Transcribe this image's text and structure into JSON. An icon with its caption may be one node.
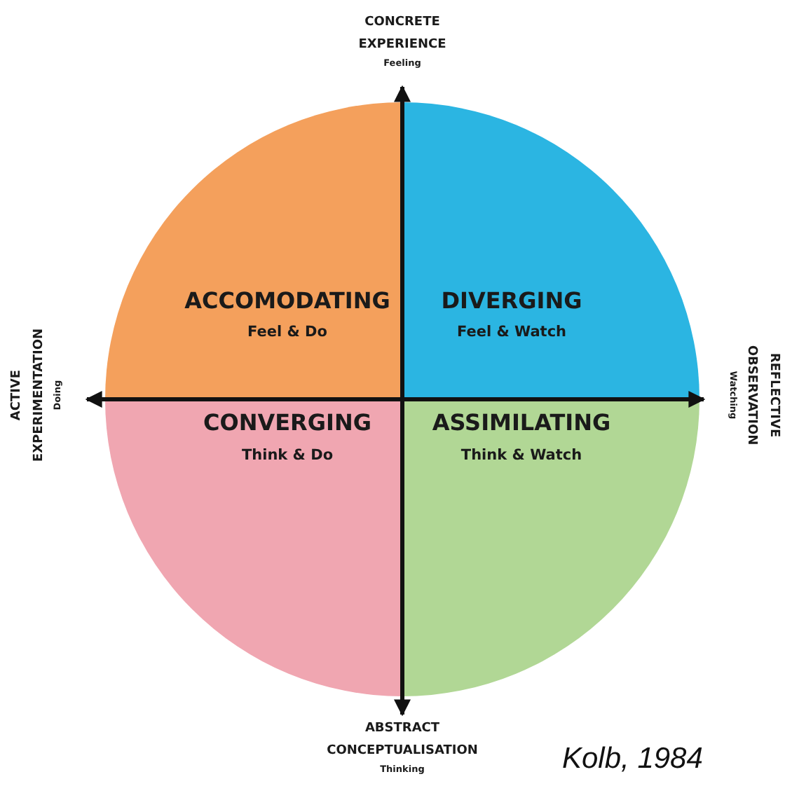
{
  "diagram": {
    "nodes": [
      {
        "text": [
          "CONCRETE EXPERIENCE",
          "Feeling"
        ]
      },
      {
        "text": [
          "ACCOMODATING",
          "Feel & Do"
        ]
      },
      {
        "text": [
          "DIVERGING",
          "Feel & Watch"
        ]
      },
      {
        "text": [
          "ACTIVE EXPERIMENTATION",
          "Doing"
        ]
      },
      {
        "text": [
          "REFLECTIVE OBSERVATION",
          "Watching"
        ]
      },
      {
        "text": [
          "CONVERGING",
          "Think & Do"
        ]
      },
      {
        "text": [
          "ASSIMILATING",
          "Think & Watch"
        ]
      },
      {
        "text": [
          "ABSTRACT CONCEPTUALISATION",
          "Thinking"
        ]
      }
    ],
    "edges": [
      {
        "from": 0,
        "to": 7,
        "arrow": "both"
      },
      {
        "from": 3,
        "to": 4,
        "arrow": "both"
      }
    ],
    "labels": [
      "Kolb, 1984"
    ]
  }
}
